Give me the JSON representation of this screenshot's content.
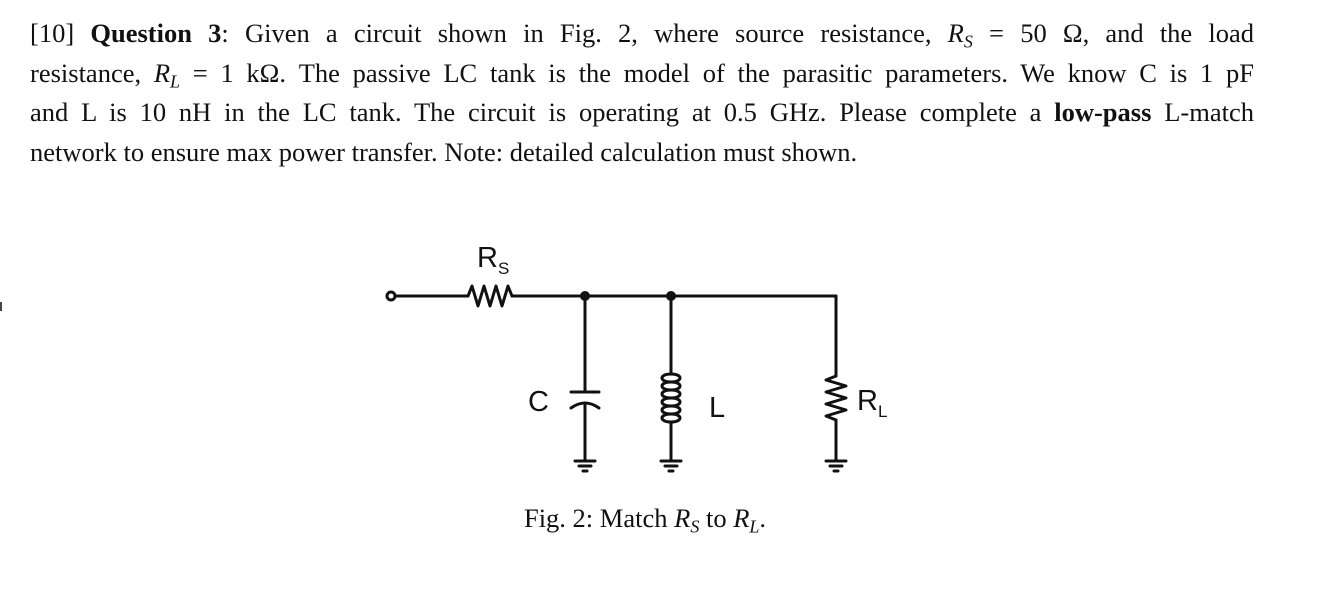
{
  "question": {
    "points": "[10]",
    "label": "Question 3",
    "colon": ":",
    "text_1": " Given a circuit shown in Fig. 2, where source resistance, ",
    "rs_symbol": "R",
    "rs_sub": "S",
    "rs_value": " = 50 Ω, and the load",
    "text_2": "resistance, ",
    "rl_symbol": "R",
    "rl_sub": "L",
    "rl_value": " = 1 kΩ. The passive LC tank is the model of the parasitic parameters. We know C is 1 pF",
    "text_3": "and L is 10 nH in the LC tank. The circuit is operating at 0.5 GHz. Please complete a ",
    "emphasis": "low-pass",
    "text_4": " L-match",
    "text_5": "network to ensure max power transfer. Note: detailed calculation must shown."
  },
  "figure": {
    "labels": {
      "rs_main": "R",
      "rs_sub": "S",
      "capacitor": "C",
      "inductor": "L",
      "rl_main": "R",
      "rl_sub": "L"
    },
    "caption": {
      "prefix": "Fig. 2: Match ",
      "rs_symbol": "R",
      "rs_sub": "S",
      "middle": " to ",
      "rl_symbol": "R",
      "rl_sub": "L",
      "suffix": "."
    }
  }
}
